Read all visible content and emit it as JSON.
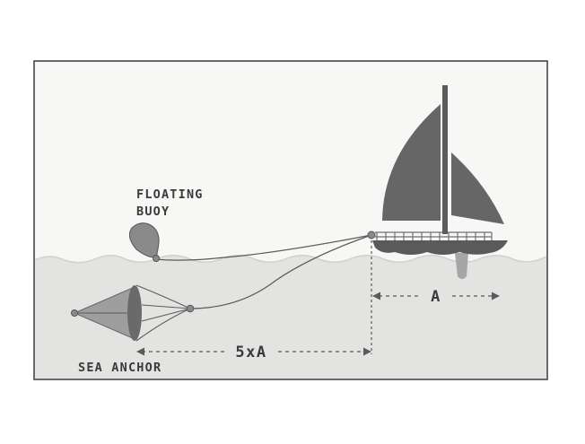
{
  "labels": {
    "floating_buoy_line1": "FLOATING",
    "floating_buoy_line2": "BUOY",
    "sea_anchor": "SEA ANCHOR",
    "dimension_a": "A",
    "dimension_5xa": "5xA"
  },
  "colors": {
    "page_background": "#ffffff",
    "sky": "#f7f7f5",
    "water": "#e3e3e1",
    "frame": "#555555",
    "ink": "#5c5c5c",
    "sail": "#666666",
    "buoy": "#8a8a8a",
    "text": "#3a3a3a"
  }
}
